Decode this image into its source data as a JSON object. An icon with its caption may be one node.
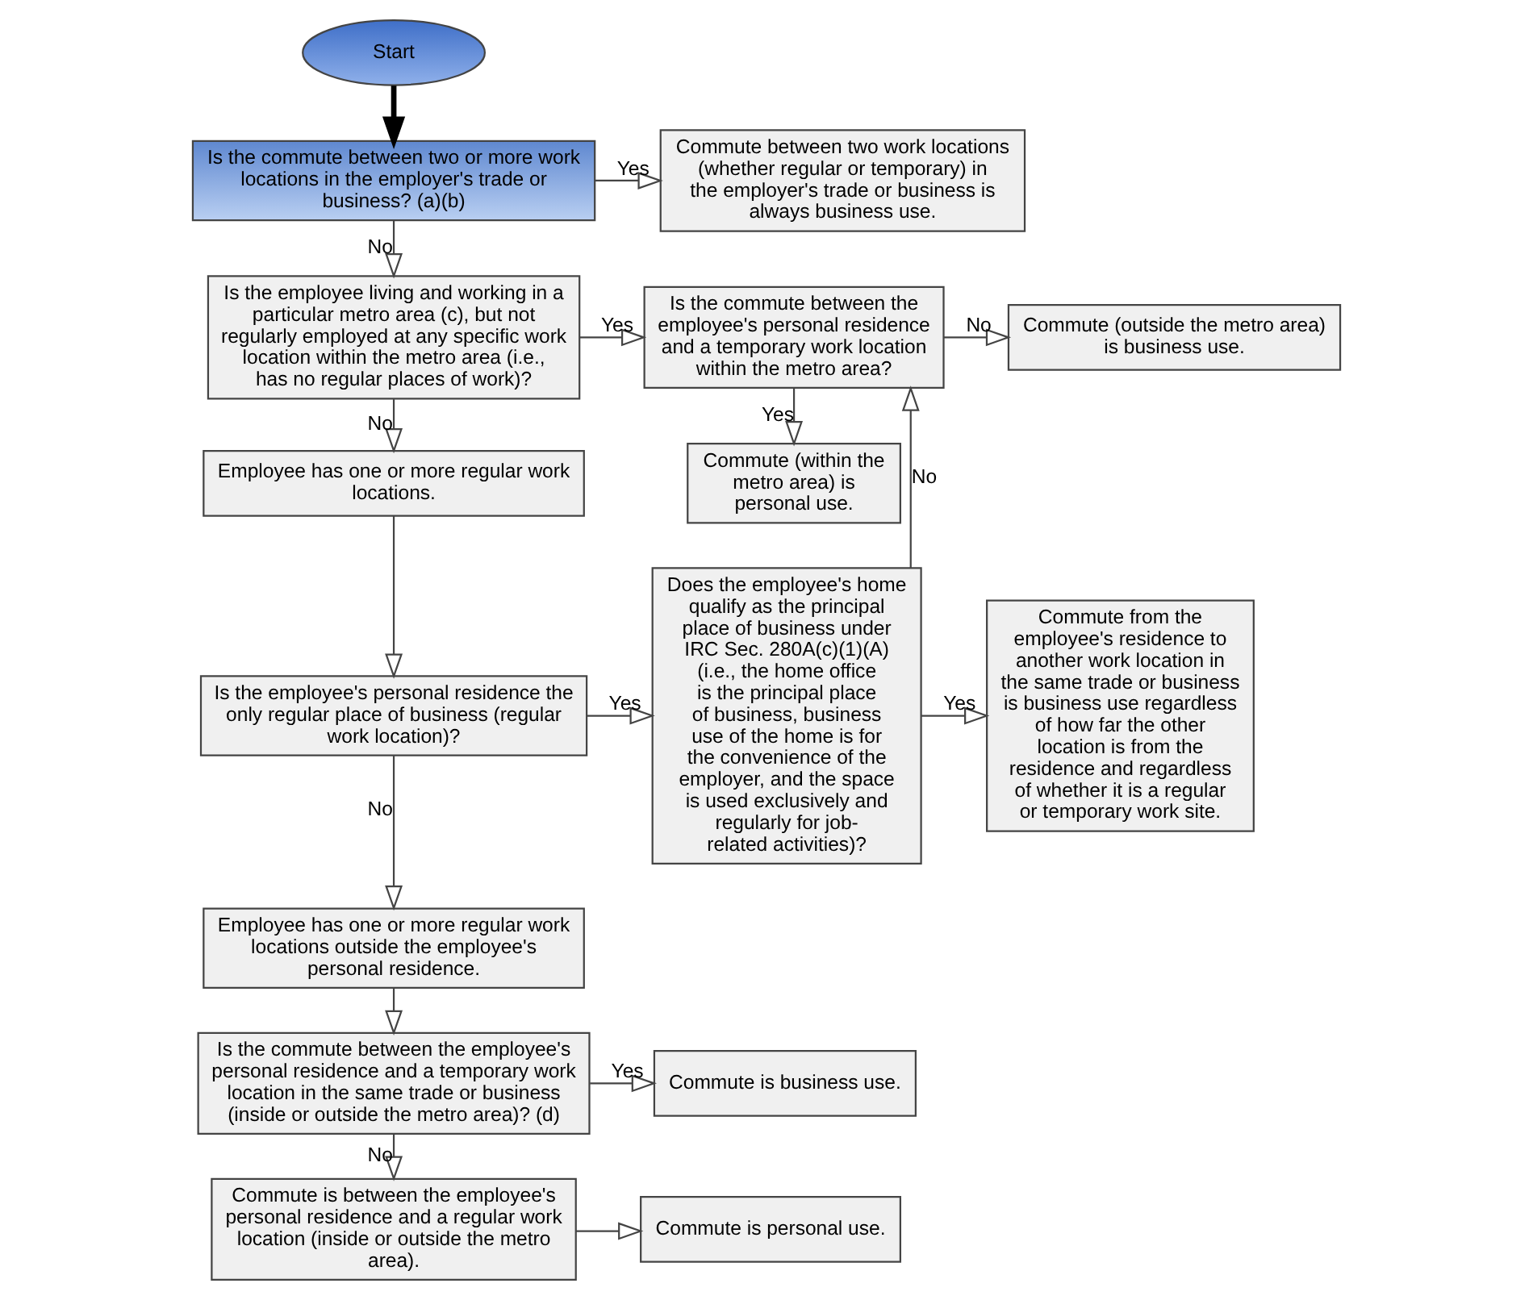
{
  "diagram": {
    "nodes": [
      {
        "text": [
          "Start"
        ]
      },
      {
        "text": [
          "Is the commute between two or more work locations in the employer's trade or business? (a)(b)"
        ]
      },
      {
        "text": [
          "Commute between two work locations (whether regular or temporary) in the employer's trade or business is always business use."
        ]
      },
      {
        "text": [
          "Is the employee living and working in a particular metro area (c), but not regularly employed at any specific work location within the metro area (i.e., has no regular places of work)?"
        ]
      },
      {
        "text": [
          "Is the commute between the employee's personal residence and a temporary work location within the metro area?"
        ]
      },
      {
        "text": [
          "Commute (outside the metro area) is business use."
        ]
      },
      {
        "text": [
          "Commute (within the metro area) is personal use."
        ]
      },
      {
        "text": [
          "Employee has one or more regular work locations."
        ]
      },
      {
        "text": [
          "Is the employee's personal residence the only regular place of business (regular work location)?"
        ]
      },
      {
        "text": [
          "Does the employee's home qualify as the principal place of business under IRC Sec. 280A(c)(1)(A) (i.e., the home office is the principal place of business, business use of the home is for the convenience of the employer, and the space is used exclusively and regularly for job-related activities)?"
        ]
      },
      {
        "text": [
          "Commute from the employee's residence to another work location in the same trade or business is business use regardless of how far the other location is from the residence and regardless of whether it is a regular or temporary work site."
        ]
      },
      {
        "text": [
          "Employee has one or more regular work locations outside the employee's personal residence."
        ]
      },
      {
        "text": [
          "Is the commute between the employee's personal residence and a temporary work location in the same trade or business (inside or outside the metro area)? (d)"
        ]
      },
      {
        "text": [
          "Commute is business use."
        ]
      },
      {
        "text": [
          "Commute is between the employee's personal residence and a regular work location (inside or outside the metro area)."
        ]
      },
      {
        "text": [
          "Commute is personal use."
        ]
      }
    ],
    "edges": [
      {
        "from": 0,
        "to": 1,
        "arrow": "to",
        "style": "thick",
        "color": "#000000"
      },
      {
        "from": 1,
        "to": 2,
        "arrow": "to",
        "label": "Yes"
      },
      {
        "from": 1,
        "to": 3,
        "arrow": "to",
        "label": "No"
      },
      {
        "from": 3,
        "to": 4,
        "arrow": "to",
        "label": "Yes"
      },
      {
        "from": 4,
        "to": 5,
        "arrow": "to",
        "label": "No"
      },
      {
        "from": 4,
        "to": 6,
        "arrow": "to",
        "label": "Yes"
      },
      {
        "from": 3,
        "to": 7,
        "arrow": "to",
        "label": "No"
      },
      {
        "from": 7,
        "to": 8,
        "arrow": "to"
      },
      {
        "from": 8,
        "to": 9,
        "arrow": "to",
        "label": "Yes"
      },
      {
        "from": 8,
        "to": 11,
        "arrow": "to",
        "label": "No"
      },
      {
        "from": 9,
        "to": 4,
        "arrow": "to",
        "label": "No"
      },
      {
        "from": 9,
        "to": 10,
        "arrow": "to",
        "label": "Yes"
      },
      {
        "from": 11,
        "to": 12,
        "arrow": "to"
      },
      {
        "from": 12,
        "to": 13,
        "arrow": "to",
        "label": "Yes"
      },
      {
        "from": 12,
        "to": 14,
        "arrow": "to",
        "label": "No"
      },
      {
        "from": 14,
        "to": 15,
        "arrow": "to"
      }
    ]
  }
}
